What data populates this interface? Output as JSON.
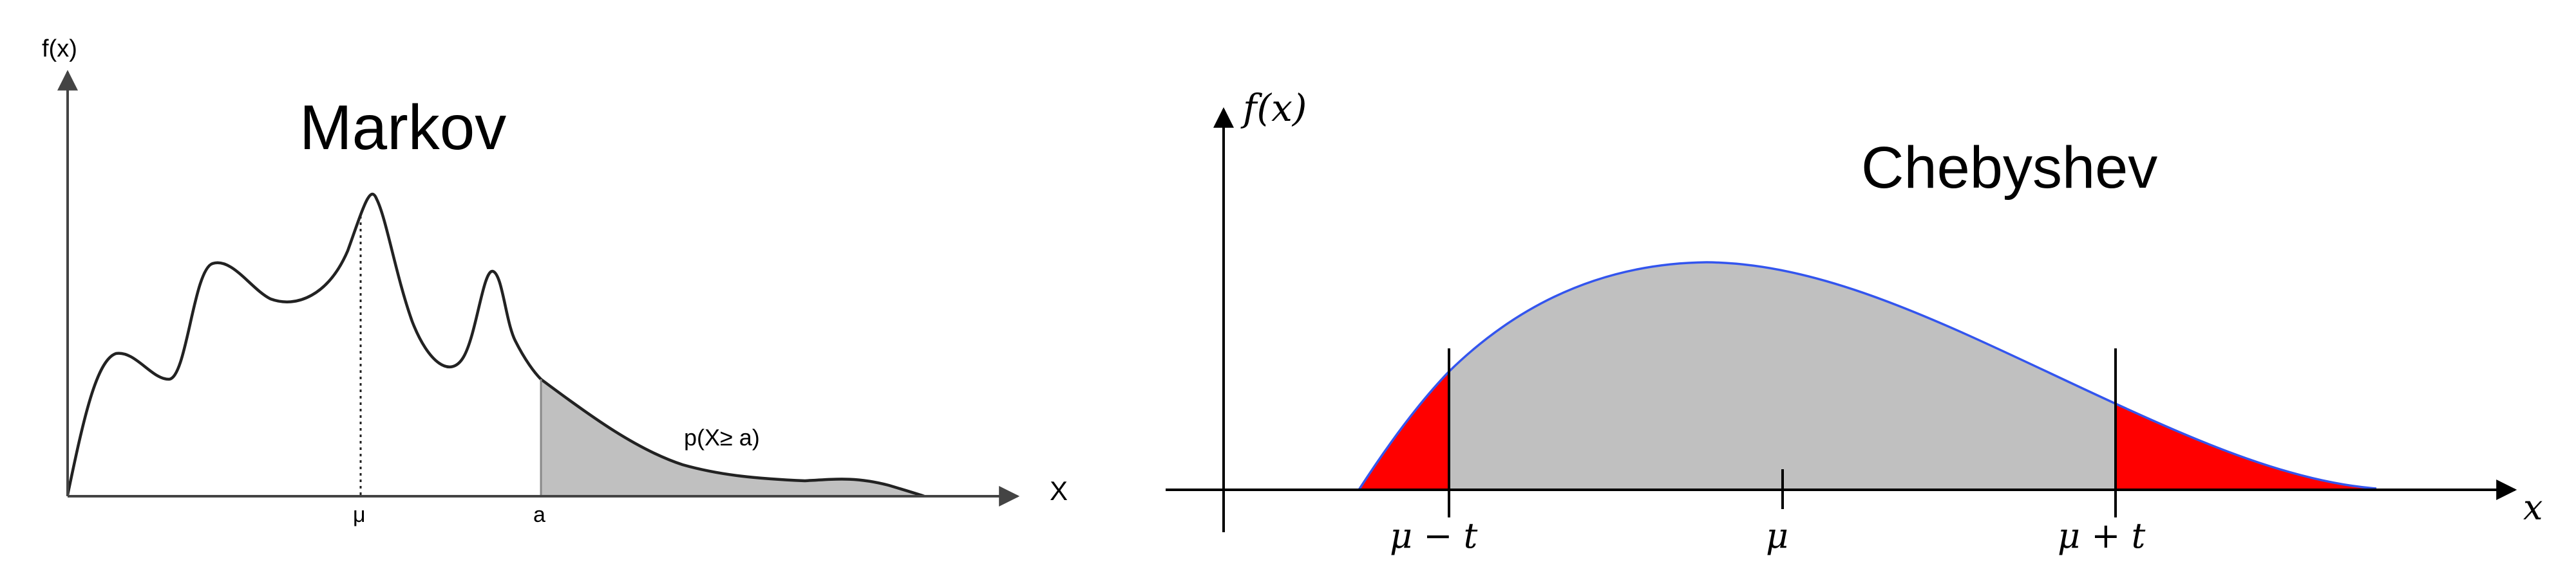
{
  "markov": {
    "title": "Markov",
    "y_axis_label": "f(x)",
    "x_axis_label": "X",
    "tick_mu": "μ",
    "tick_a": "a",
    "region_label": "p(X≥ a)",
    "colors": {
      "curve": "#222222",
      "shaded_tail": "#c0c0c0",
      "axis": "#444444"
    }
  },
  "chebyshev": {
    "title": "Chebyshev",
    "y_axis_label": "f(x)",
    "x_axis_label": "x",
    "tick_mu_minus_t": "μ − t",
    "tick_mu": "μ",
    "tick_mu_plus_t": "μ + t",
    "colors": {
      "curve": "#3355ee",
      "center_fill": "#c0c0c0",
      "tail_fill": "#ff0000",
      "axis": "#000000"
    }
  }
}
